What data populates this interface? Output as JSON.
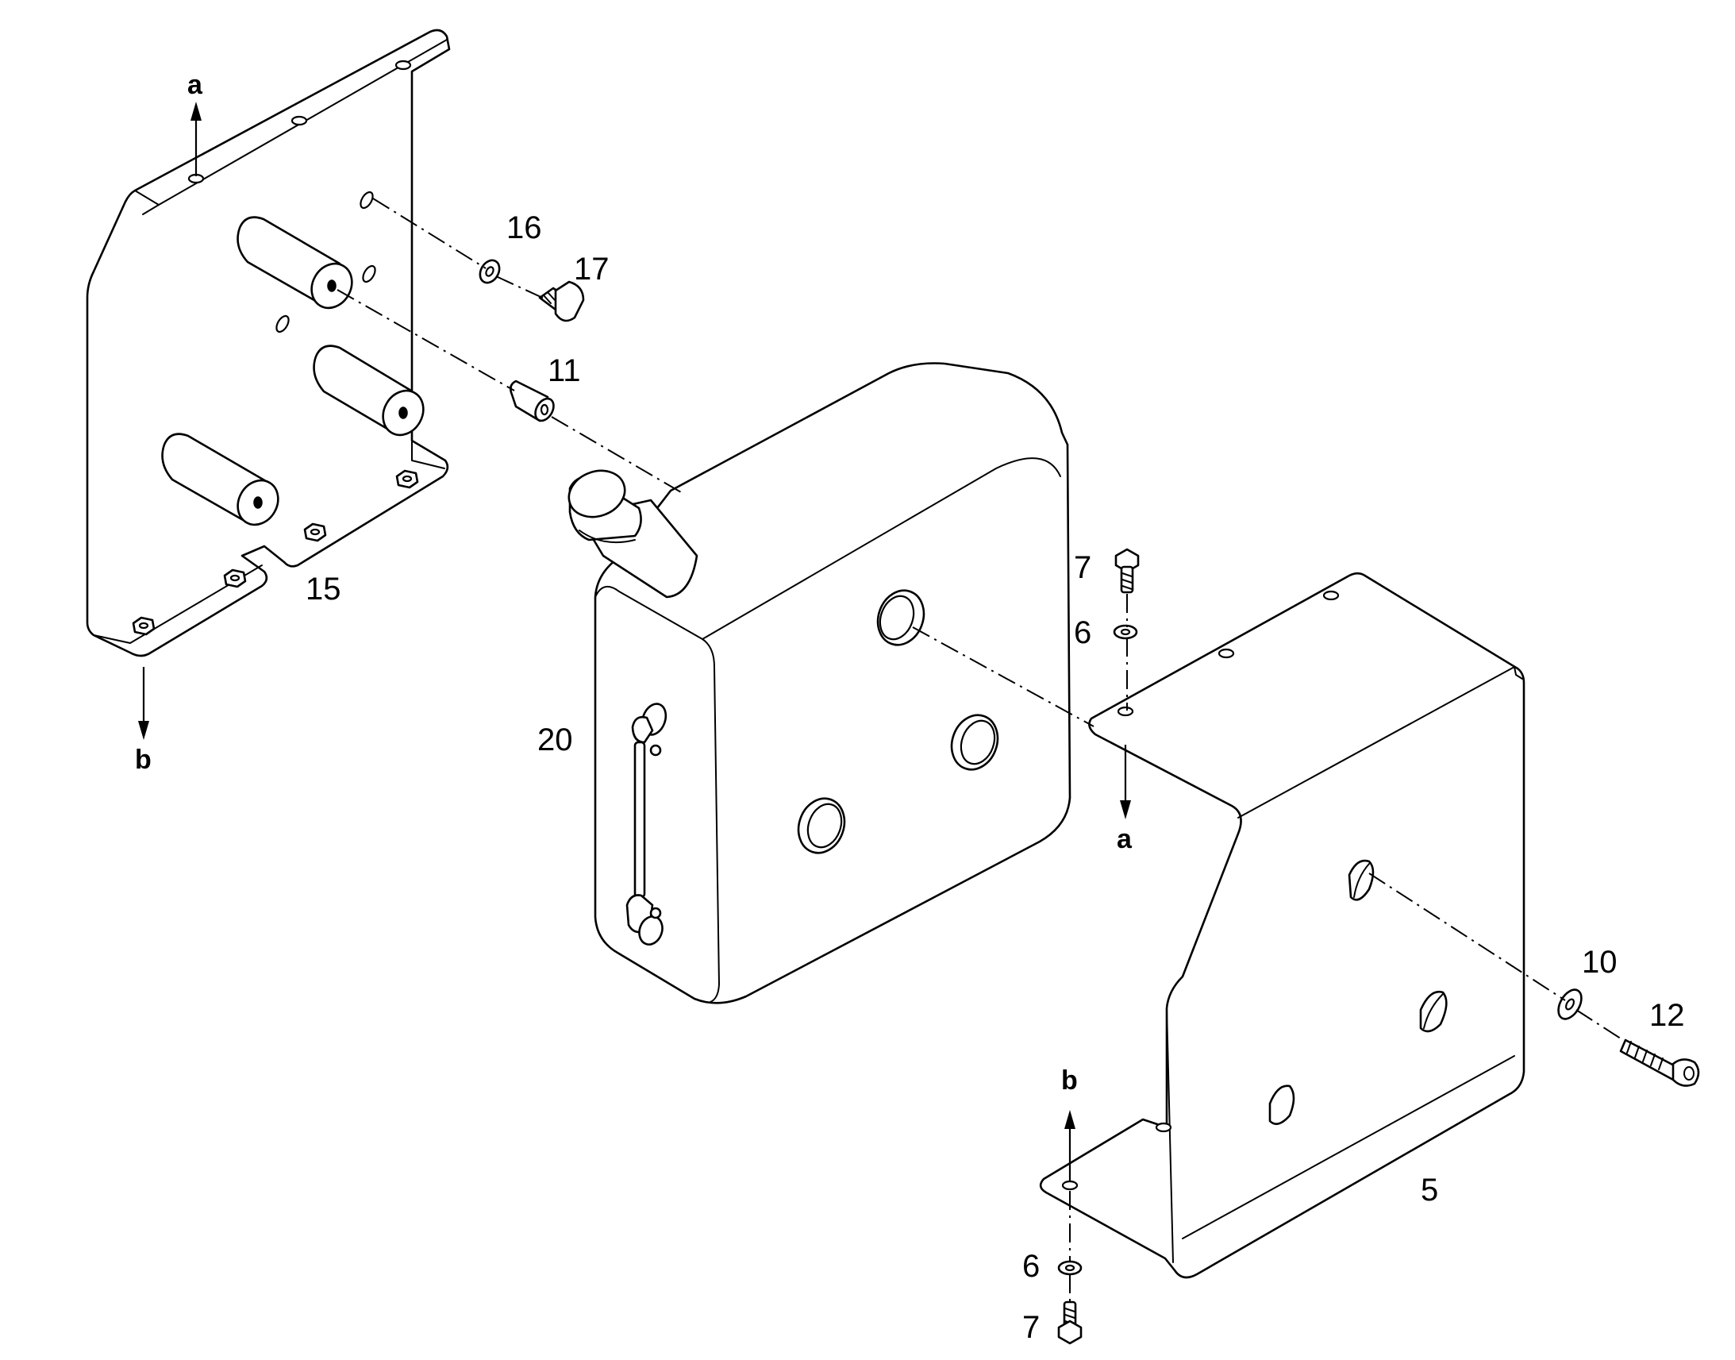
{
  "diagram": {
    "part_numbers": {
      "p16": "16",
      "p17": "17",
      "p11": "11",
      "p15": "15",
      "p7_top": "7",
      "p6_top": "6",
      "p20": "20",
      "p10": "10",
      "p12": "12",
      "p5": "5",
      "p6_bottom": "6",
      "p7_bottom": "7"
    },
    "reference_letters": {
      "a_top": "a",
      "b_left": "b",
      "a_right": "a",
      "b_bottom": "b"
    }
  }
}
